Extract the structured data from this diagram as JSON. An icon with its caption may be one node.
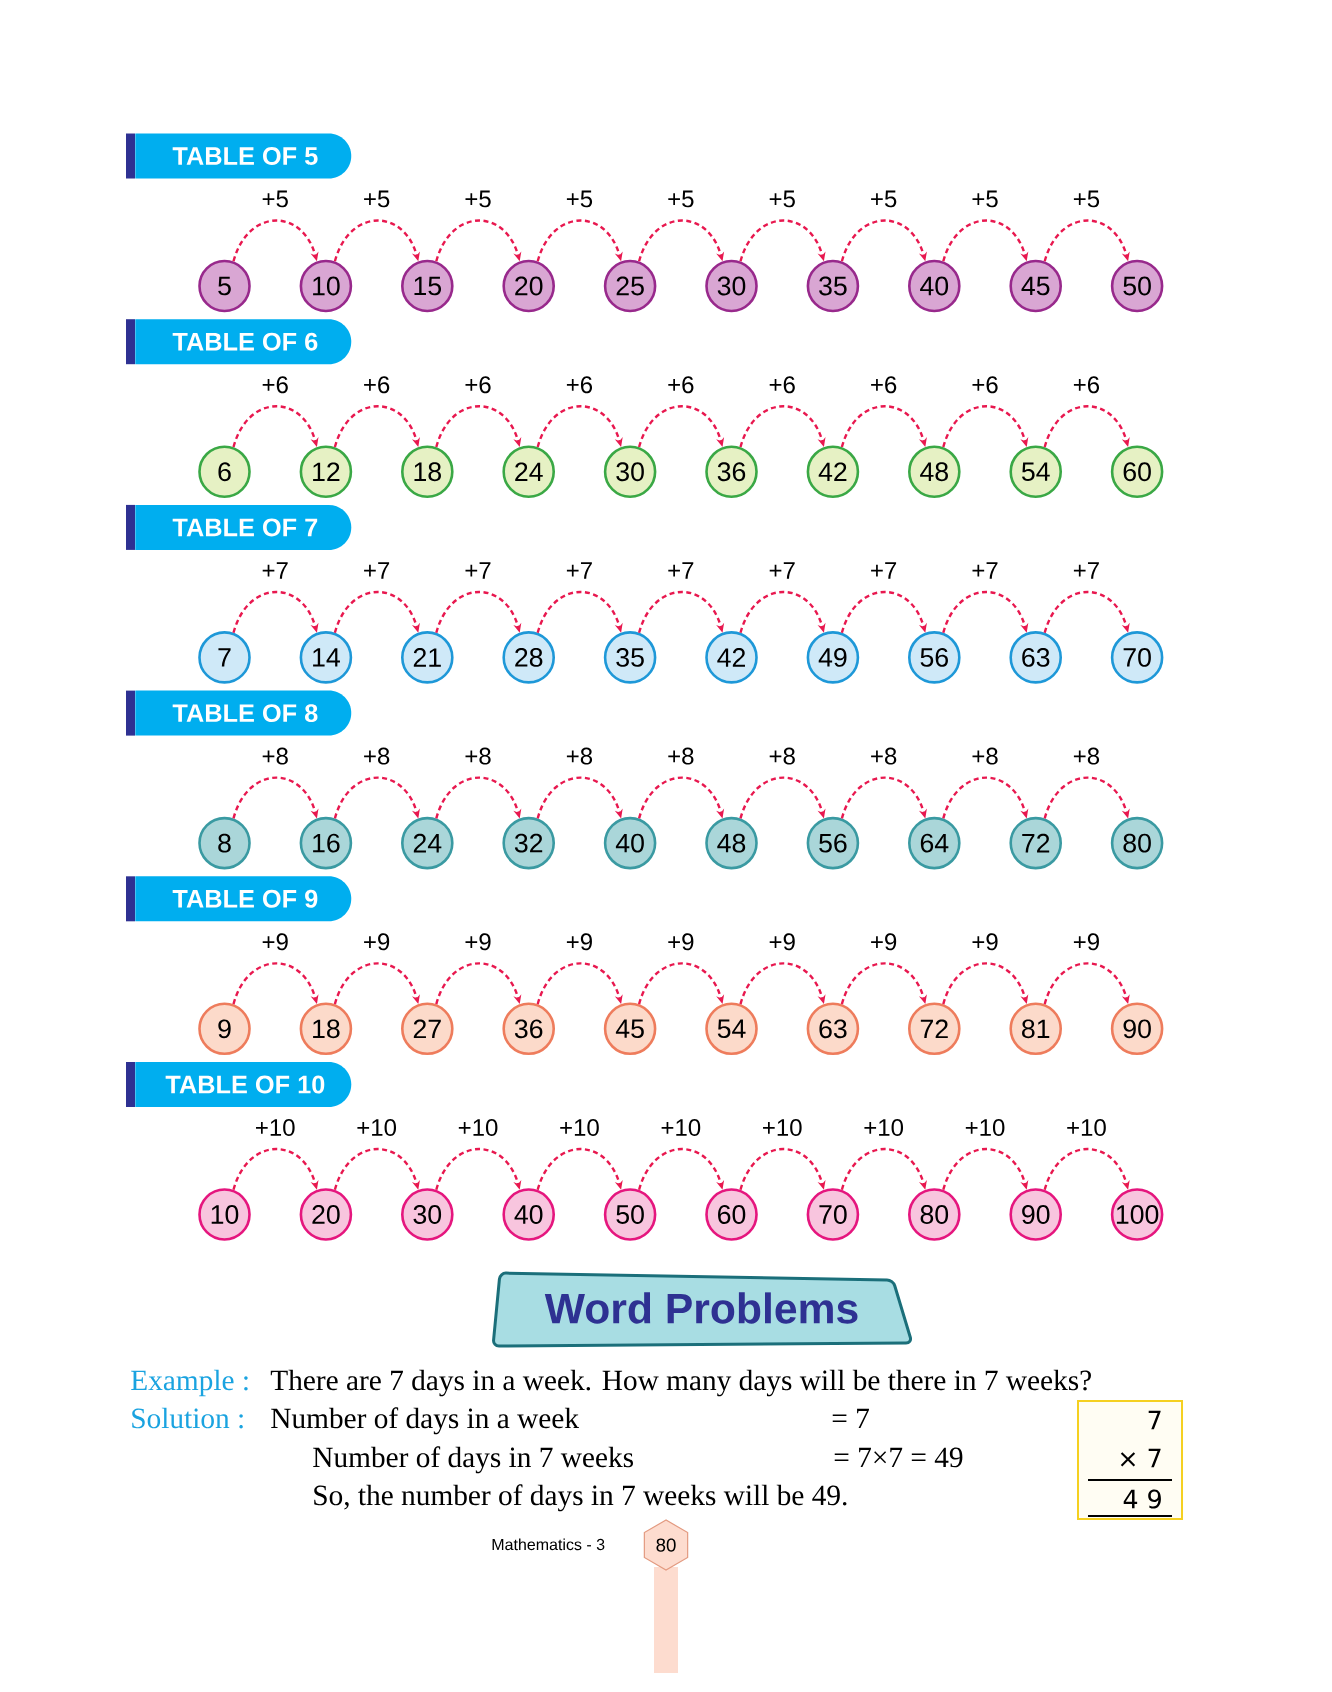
{
  "diagram": {
    "nodes": [
      {
        "text": [
          "TABLE OF 5"
        ]
      },
      {
        "text": [
          "5"
        ]
      },
      {
        "text": [
          "10"
        ]
      },
      {
        "text": [
          "15"
        ]
      },
      {
        "text": [
          "20"
        ]
      },
      {
        "text": [
          "25"
        ]
      },
      {
        "text": [
          "30"
        ]
      },
      {
        "text": [
          "35"
        ]
      },
      {
        "text": [
          "40"
        ]
      },
      {
        "text": [
          "45"
        ]
      },
      {
        "text": [
          "50"
        ]
      },
      {
        "text": [
          "TABLE OF 6"
        ]
      },
      {
        "text": [
          "6"
        ]
      },
      {
        "text": [
          "12"
        ]
      },
      {
        "text": [
          "18"
        ]
      },
      {
        "text": [
          "24"
        ]
      },
      {
        "text": [
          "30"
        ]
      },
      {
        "text": [
          "36"
        ]
      },
      {
        "text": [
          "42"
        ]
      },
      {
        "text": [
          "48"
        ]
      },
      {
        "text": [
          "54"
        ]
      },
      {
        "text": [
          "60"
        ]
      },
      {
        "text": [
          "TABLE OF 7"
        ]
      },
      {
        "text": [
          "7"
        ]
      },
      {
        "text": [
          "14"
        ]
      },
      {
        "text": [
          "21"
        ]
      },
      {
        "text": [
          "28"
        ]
      },
      {
        "text": [
          "35"
        ]
      },
      {
        "text": [
          "42"
        ]
      },
      {
        "text": [
          "49"
        ]
      },
      {
        "text": [
          "56"
        ]
      },
      {
        "text": [
          "63"
        ]
      },
      {
        "text": [
          "70"
        ]
      },
      {
        "text": [
          "TABLE OF 8"
        ]
      },
      {
        "text": [
          "8"
        ]
      },
      {
        "text": [
          "16"
        ]
      },
      {
        "text": [
          "24"
        ]
      },
      {
        "text": [
          "32"
        ]
      },
      {
        "text": [
          "40"
        ]
      },
      {
        "text": [
          "48"
        ]
      },
      {
        "text": [
          "56"
        ]
      },
      {
        "text": [
          "64"
        ]
      },
      {
        "text": [
          "72"
        ]
      },
      {
        "text": [
          "80"
        ]
      },
      {
        "text": [
          "TABLE OF 9"
        ]
      },
      {
        "text": [
          "9"
        ]
      },
      {
        "text": [
          "18"
        ]
      },
      {
        "text": [
          "27"
        ]
      },
      {
        "text": [
          "36"
        ]
      },
      {
        "text": [
          "45"
        ]
      },
      {
        "text": [
          "54"
        ]
      },
      {
        "text": [
          "63"
        ]
      },
      {
        "text": [
          "72"
        ]
      },
      {
        "text": [
          "81"
        ]
      },
      {
        "text": [
          "90"
        ]
      },
      {
        "text": [
          "TABLE OF 10"
        ]
      },
      {
        "text": [
          "10"
        ]
      },
      {
        "text": [
          "20"
        ]
      },
      {
        "text": [
          "30"
        ]
      },
      {
        "text": [
          "40"
        ]
      },
      {
        "text": [
          "50"
        ]
      },
      {
        "text": [
          "60"
        ]
      },
      {
        "text": [
          "70"
        ]
      },
      {
        "text": [
          "80"
        ]
      },
      {
        "text": [
          "90"
        ]
      },
      {
        "text": [
          "100"
        ]
      },
      {
        "text": [
          "Word Problems"
        ]
      },
      {
        "text": [
          "7",
          "× 7",
          "4 9"
        ]
      },
      {
        "text": [
          "80"
        ]
      }
    ],
    "edges": [
      {
        "from": 1,
        "to": 2,
        "arrow": "to",
        "label": "+5",
        "style": "dashed"
      },
      {
        "from": 2,
        "to": 3,
        "arrow": "to",
        "label": "+5",
        "style": "dashed"
      },
      {
        "from": 3,
        "to": 4,
        "arrow": "to",
        "label": "+5",
        "style": "dashed"
      },
      {
        "from": 4,
        "to": 5,
        "arrow": "to",
        "label": "+5",
        "style": "dashed"
      },
      {
        "from": 5,
        "to": 6,
        "arrow": "to",
        "label": "+5",
        "style": "dashed"
      },
      {
        "from": 6,
        "to": 7,
        "arrow": "to",
        "label": "+5",
        "style": "dashed"
      },
      {
        "from": 7,
        "to": 8,
        "arrow": "to",
        "label": "+5",
        "style": "dashed"
      },
      {
        "from": 8,
        "to": 9,
        "arrow": "to",
        "label": "+5",
        "style": "dashed"
      },
      {
        "from": 9,
        "to": 10,
        "arrow": "to",
        "label": "+5",
        "style": "dashed"
      },
      {
        "from": 12,
        "to": 13,
        "arrow": "to",
        "label": "+6",
        "style": "dashed"
      },
      {
        "from": 13,
        "to": 14,
        "arrow": "to",
        "label": "+6",
        "style": "dashed"
      },
      {
        "from": 14,
        "to": 15,
        "arrow": "to",
        "label": "+6",
        "style": "dashed"
      },
      {
        "from": 15,
        "to": 16,
        "arrow": "to",
        "label": "+6",
        "style": "dashed"
      },
      {
        "from": 16,
        "to": 17,
        "arrow": "to",
        "label": "+6",
        "style": "dashed"
      },
      {
        "from": 17,
        "to": 18,
        "arrow": "to",
        "label": "+6",
        "style": "dashed"
      },
      {
        "from": 18,
        "to": 19,
        "arrow": "to",
        "label": "+6",
        "style": "dashed"
      },
      {
        "from": 19,
        "to": 20,
        "arrow": "to",
        "label": "+6",
        "style": "dashed"
      },
      {
        "from": 20,
        "to": 21,
        "arrow": "to",
        "label": "+6",
        "style": "dashed"
      },
      {
        "from": 23,
        "to": 24,
        "arrow": "to",
        "label": "+7",
        "style": "dashed"
      },
      {
        "from": 24,
        "to": 25,
        "arrow": "to",
        "label": "+7",
        "style": "dashed"
      },
      {
        "from": 25,
        "to": 26,
        "arrow": "to",
        "label": "+7",
        "style": "dashed"
      },
      {
        "from": 26,
        "to": 27,
        "arrow": "to",
        "label": "+7",
        "style": "dashed"
      },
      {
        "from": 27,
        "to": 28,
        "arrow": "to",
        "label": "+7",
        "style": "dashed"
      },
      {
        "from": 28,
        "to": 29,
        "arrow": "to",
        "label": "+7",
        "style": "dashed"
      },
      {
        "from": 29,
        "to": 30,
        "arrow": "to",
        "label": "+7",
        "style": "dashed"
      },
      {
        "from": 30,
        "to": 31,
        "arrow": "to",
        "label": "+7",
        "style": "dashed"
      },
      {
        "from": 31,
        "to": 32,
        "arrow": "to",
        "label": "+7",
        "style": "dashed"
      },
      {
        "from": 34,
        "to": 35,
        "arrow": "to",
        "label": "+8",
        "style": "dashed"
      },
      {
        "from": 35,
        "to": 36,
        "arrow": "to",
        "label": "+8",
        "style": "dashed"
      },
      {
        "from": 36,
        "to": 37,
        "arrow": "to",
        "label": "+8",
        "style": "dashed"
      },
      {
        "from": 37,
        "to": 38,
        "arrow": "to",
        "label": "+8",
        "style": "dashed"
      },
      {
        "from": 38,
        "to": 39,
        "arrow": "to",
        "label": "+8",
        "style": "dashed"
      },
      {
        "from": 39,
        "to": 40,
        "arrow": "to",
        "label": "+8",
        "style": "dashed"
      },
      {
        "from": 40,
        "to": 41,
        "arrow": "to",
        "label": "+8",
        "style": "dashed"
      },
      {
        "from": 41,
        "to": 42,
        "arrow": "to",
        "label": "+8",
        "style": "dashed"
      },
      {
        "from": 42,
        "to": 43,
        "arrow": "to",
        "label": "+8",
        "style": "dashed"
      },
      {
        "from": 45,
        "to": 46,
        "arrow": "to",
        "label": "+9",
        "style": "dashed"
      },
      {
        "from": 46,
        "to": 47,
        "arrow": "to",
        "label": "+9",
        "style": "dashed"
      },
      {
        "from": 47,
        "to": 48,
        "arrow": "to",
        "label": "+9",
        "style": "dashed"
      },
      {
        "from": 48,
        "to": 49,
        "arrow": "to",
        "label": "+9",
        "style": "dashed"
      },
      {
        "from": 49,
        "to": 50,
        "arrow": "to",
        "label": "+9",
        "style": "dashed"
      },
      {
        "from": 50,
        "to": 51,
        "arrow": "to",
        "label": "+9",
        "style": "dashed"
      },
      {
        "from": 51,
        "to": 52,
        "arrow": "to",
        "label": "+9",
        "style": "dashed"
      },
      {
        "from": 52,
        "to": 53,
        "arrow": "to",
        "label": "+9",
        "style": "dashed"
      },
      {
        "from": 53,
        "to": 54,
        "arrow": "to",
        "label": "+9",
        "style": "dashed"
      },
      {
        "from": 56,
        "to": 57,
        "arrow": "to",
        "label": "+10",
        "style": "dashed"
      },
      {
        "from": 57,
        "to": 58,
        "arrow": "to",
        "label": "+10",
        "style": "dashed"
      },
      {
        "from": 58,
        "to": 59,
        "arrow": "to",
        "label": "+10",
        "style": "dashed"
      },
      {
        "from": 59,
        "to": 60,
        "arrow": "to",
        "label": "+10",
        "style": "dashed"
      },
      {
        "from": 60,
        "to": 61,
        "arrow": "to",
        "label": "+10",
        "style": "dashed"
      },
      {
        "from": 61,
        "to": 62,
        "arrow": "to",
        "label": "+10",
        "style": "dashed"
      },
      {
        "from": 62,
        "to": 63,
        "arrow": "to",
        "label": "+10",
        "style": "dashed"
      },
      {
        "from": 63,
        "to": 64,
        "arrow": "to",
        "label": "+10",
        "style": "dashed"
      },
      {
        "from": 64,
        "to": 65,
        "arrow": "to",
        "label": "+10",
        "style": "dashed"
      }
    ],
    "labels": [
      "Example :",
      "There are 7 days in a week. How many days will be there in 7 weeks?",
      "Solution :",
      "Number of days in a week",
      "= 7",
      "Number of days in 7 weeks",
      "= 7×7 = 49",
      "So, the number of days in 7 weeks will be 49.",
      "Mathematics - 3"
    ]
  }
}
